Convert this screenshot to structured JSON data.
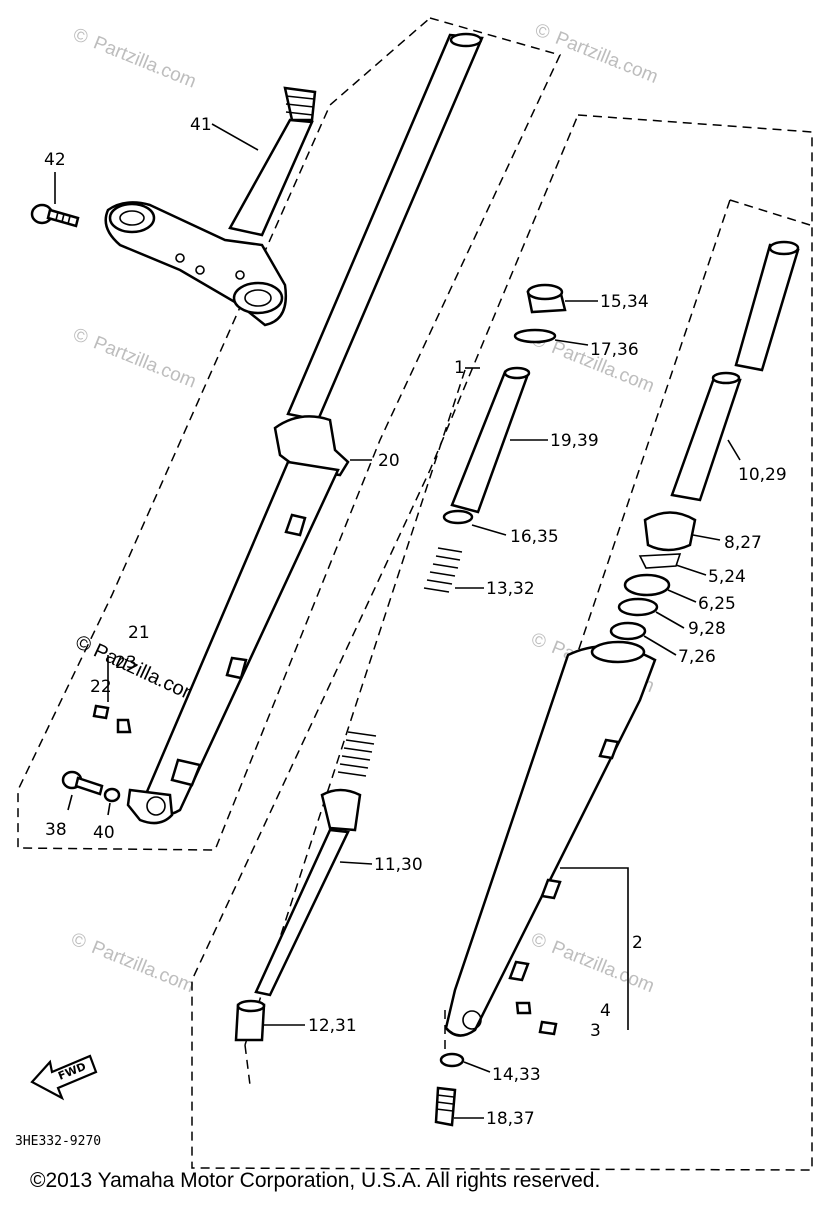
{
  "diagram": {
    "callouts": [
      {
        "id": "c42",
        "text": "42"
      },
      {
        "id": "c41",
        "text": "41"
      },
      {
        "id": "c20",
        "text": "20"
      },
      {
        "id": "c21",
        "text": "21"
      },
      {
        "id": "c23",
        "text": "23"
      },
      {
        "id": "c22",
        "text": "22"
      },
      {
        "id": "c38",
        "text": "38"
      },
      {
        "id": "c40",
        "text": "40"
      },
      {
        "id": "c1",
        "text": "1"
      },
      {
        "id": "c15",
        "text": "15,34"
      },
      {
        "id": "c17",
        "text": "17,36"
      },
      {
        "id": "c19",
        "text": "19,39"
      },
      {
        "id": "c16",
        "text": "16,35"
      },
      {
        "id": "c13",
        "text": "13,32"
      },
      {
        "id": "c11",
        "text": "11,30"
      },
      {
        "id": "c12",
        "text": "12,31"
      },
      {
        "id": "c10",
        "text": "10,29"
      },
      {
        "id": "c8",
        "text": "8,27"
      },
      {
        "id": "c5",
        "text": "5,24"
      },
      {
        "id": "c6",
        "text": "6,25"
      },
      {
        "id": "c9",
        "text": "9,28"
      },
      {
        "id": "c7",
        "text": "7,26"
      },
      {
        "id": "c2",
        "text": "2"
      },
      {
        "id": "c4",
        "text": "4"
      },
      {
        "id": "c3",
        "text": "3"
      },
      {
        "id": "c14",
        "text": "14,33"
      },
      {
        "id": "c18",
        "text": "18,37"
      }
    ],
    "fwd_label": "FWD",
    "drawing_code": "3HE332-9270"
  },
  "watermark": {
    "symbol": "©",
    "text": "Partzilla.com"
  },
  "footer": {
    "copyright": "©2013 Yamaha Motor Corporation, U.S.A. All rights reserved."
  }
}
